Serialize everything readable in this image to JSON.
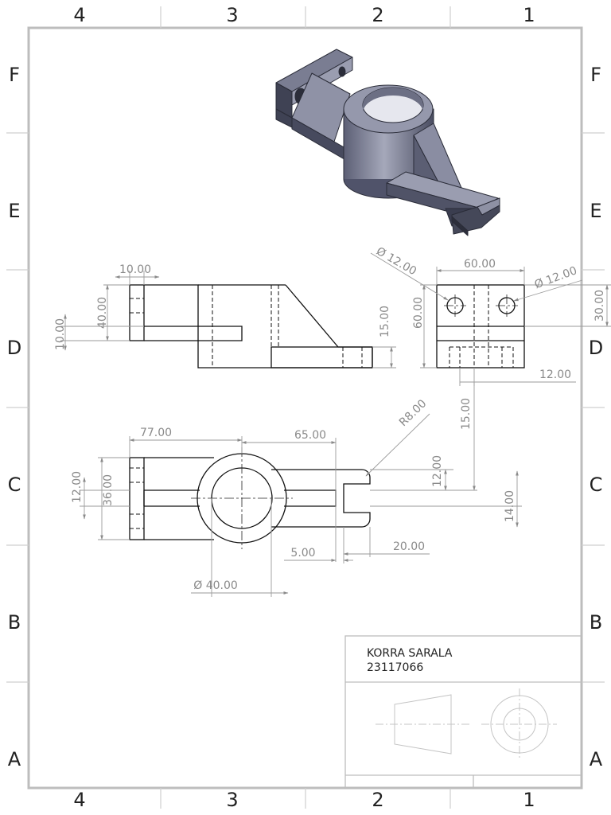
{
  "zones": {
    "columns": [
      "4",
      "3",
      "2",
      "1"
    ],
    "rows": [
      "F",
      "E",
      "D",
      "C",
      "B",
      "A"
    ]
  },
  "front_view": {
    "dims": [
      "10.00",
      "40.00",
      "10.00",
      "15.00"
    ]
  },
  "side_view": {
    "dims": [
      "60.00",
      "60.00",
      "30.00",
      "12.00"
    ],
    "hole_left": "Ø 12.00",
    "hole_right": "Ø 12.00"
  },
  "top_view": {
    "dims": [
      "77.00",
      "65.00",
      "R8.00",
      "15.00",
      "12.00",
      "36.00",
      "12.00",
      "14.00",
      "5.00",
      "20.00"
    ],
    "diameter": "Ø 40.00"
  },
  "title_block": {
    "name": "KORRA SARALA",
    "id": "23117066"
  },
  "colors": {
    "part_fill_light": "#8a8da3",
    "part_fill_dark": "#3c3f52",
    "dimension": "#8a8a8a",
    "frame": "#bdbdbd"
  }
}
